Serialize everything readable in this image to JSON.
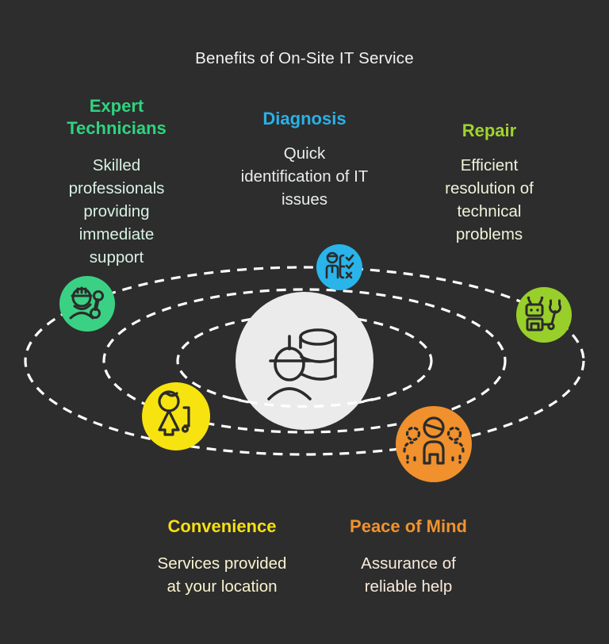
{
  "title": "Benefits of On-Site IT Service",
  "colors": {
    "background": "#2d2d2d",
    "title_text": "#f2f2f2",
    "orbit_dash": "#fdfdfd",
    "icon_stroke": "#2b2b2b",
    "center_circle": "#ebebeb"
  },
  "center": {
    "icon": "technician-database-icon",
    "circle_color": "#ebebeb"
  },
  "sections": [
    {
      "id": "expert-technicians",
      "label": "Expert\nTechnicians",
      "description": "Skilled\nprofessionals\nproviding\nimmediate\nsupport",
      "accent": "#2ed47f",
      "desc_color": "#d9f1e4",
      "circle_color": "#3bd184",
      "icon": "technician-wrench-icon"
    },
    {
      "id": "diagnosis",
      "label": "Diagnosis",
      "description": "Quick\nidentification of IT\nissues",
      "accent": "#29b1e8",
      "desc_color": "#e9edee",
      "circle_color": "#29b4ea",
      "icon": "person-checklist-icon"
    },
    {
      "id": "repair",
      "label": "Repair",
      "description": "Efficient\nresolution of\ntechnical\nproblems",
      "accent": "#9ed32f",
      "desc_color": "#eff3d9",
      "circle_color": "#99cf2a",
      "icon": "robot-wrench-icon"
    },
    {
      "id": "convenience",
      "label": "Convenience",
      "description": "Services provided\nat your location",
      "accent": "#f6df12",
      "desc_color": "#faf3d0",
      "circle_color": "#f7e30f",
      "icon": "person-luggage-icon"
    },
    {
      "id": "peace-of-mind",
      "label": "Peace of Mind",
      "description": "Assurance of\nreliable help",
      "accent": "#f0932d",
      "desc_color": "#f8ebdd",
      "circle_color": "#f0912d",
      "icon": "people-group-icon"
    }
  ]
}
